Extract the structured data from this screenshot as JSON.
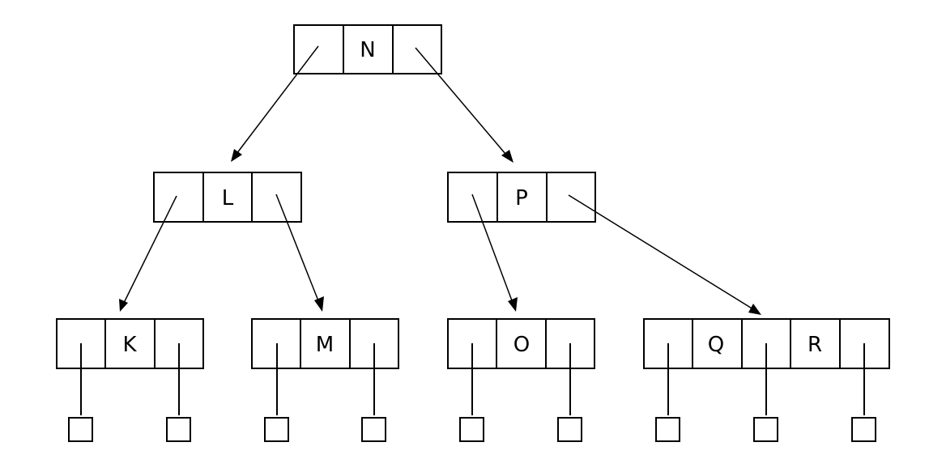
{
  "nodes": {
    "n": {
      "keys": [
        "N"
      ]
    },
    "l": {
      "keys": [
        "L"
      ]
    },
    "p": {
      "keys": [
        "P"
      ]
    },
    "k": {
      "keys": [
        "K"
      ]
    },
    "m": {
      "keys": [
        "M"
      ]
    },
    "o": {
      "keys": [
        "O"
      ]
    },
    "qr": {
      "keys": [
        "Q",
        "R"
      ]
    }
  },
  "colors": {
    "stroke": "#000000",
    "background": "#ffffff"
  }
}
